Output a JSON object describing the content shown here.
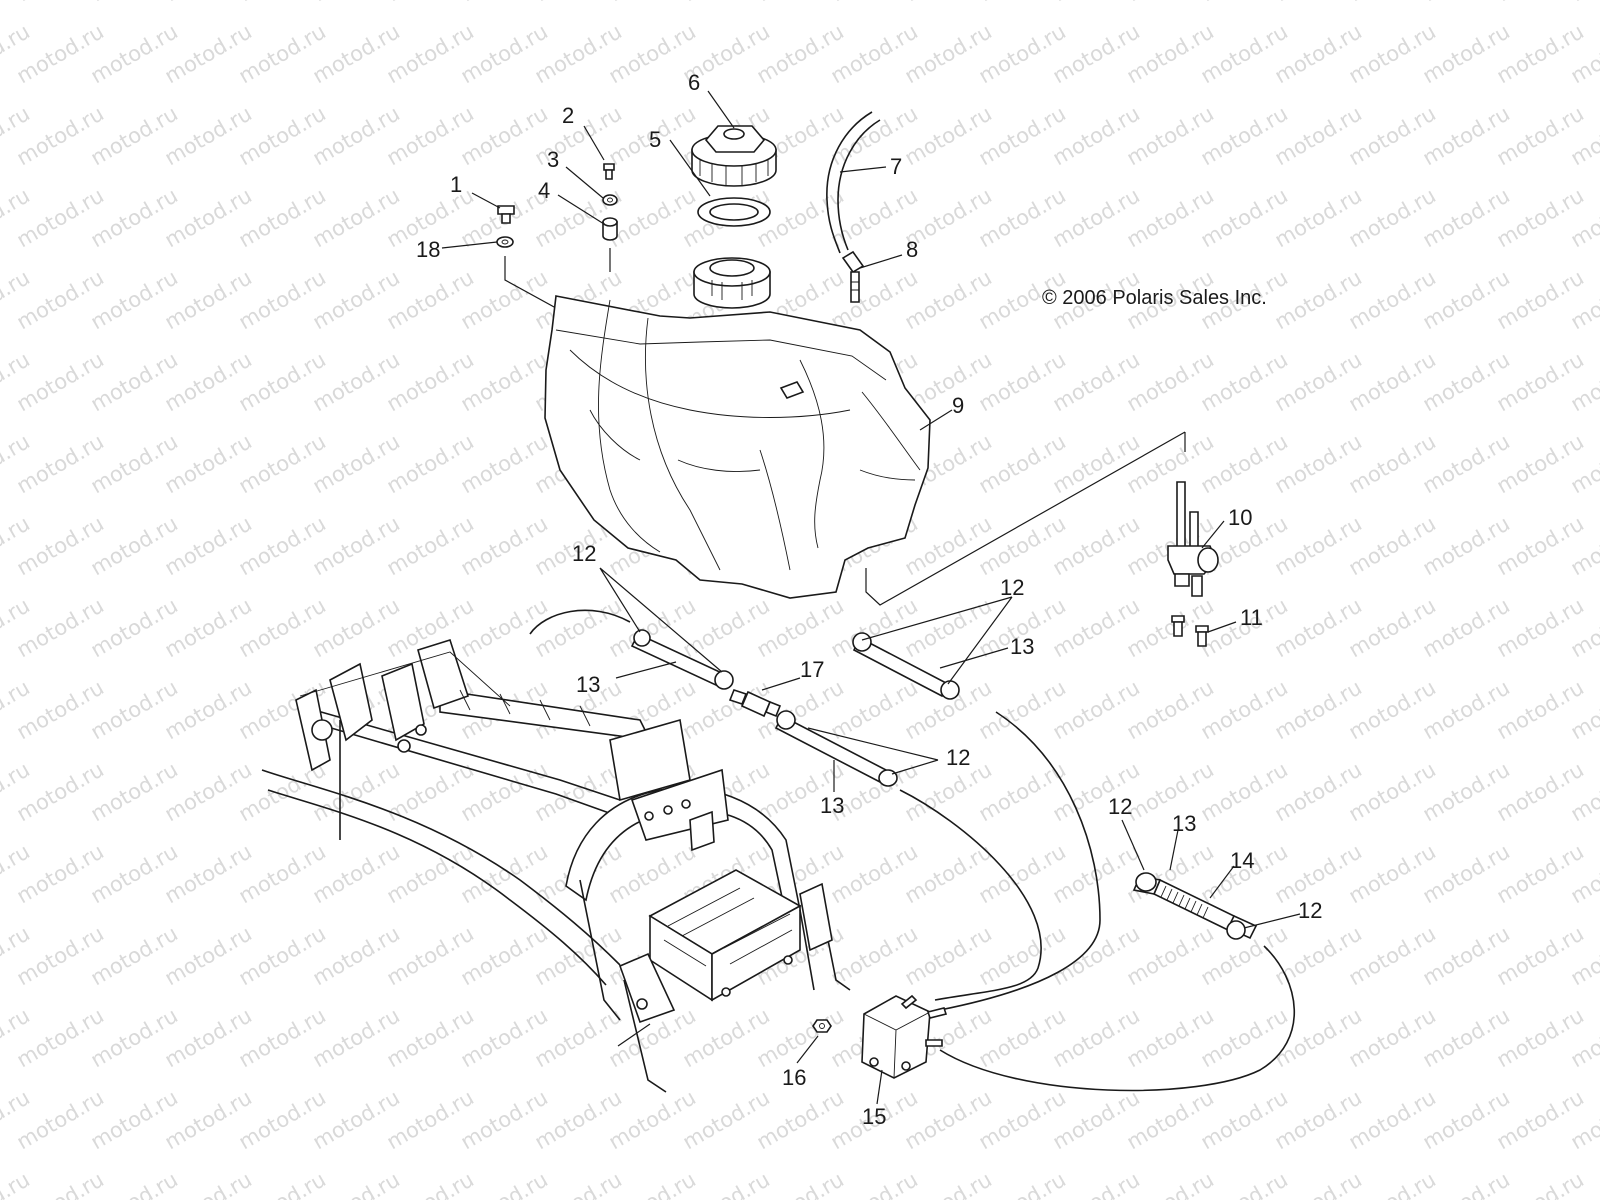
{
  "watermark": "motod.ru",
  "copyright": "© 2006 Polaris Sales Inc.",
  "parts": [
    {
      "id": "1",
      "name": "bolt"
    },
    {
      "id": "2",
      "name": "screw"
    },
    {
      "id": "3",
      "name": "washer"
    },
    {
      "id": "4",
      "name": "spacer"
    },
    {
      "id": "5",
      "name": "cap-gasket"
    },
    {
      "id": "6",
      "name": "fuel-cap"
    },
    {
      "id": "7",
      "name": "vent-hose"
    },
    {
      "id": "8",
      "name": "vent-fitting"
    },
    {
      "id": "9",
      "name": "fuel-tank"
    },
    {
      "id": "10",
      "name": "fuel-valve"
    },
    {
      "id": "11",
      "name": "valve-screw"
    },
    {
      "id": "12",
      "name": "hose-clamp"
    },
    {
      "id": "13",
      "name": "fuel-line"
    },
    {
      "id": "14",
      "name": "spring-guard"
    },
    {
      "id": "15",
      "name": "fuel-pump"
    },
    {
      "id": "16",
      "name": "nut"
    },
    {
      "id": "17",
      "name": "fuel-filter"
    },
    {
      "id": "18",
      "name": "washer-flat"
    }
  ],
  "labels": {
    "l1": "1",
    "l2": "2",
    "l3": "3",
    "l4": "4",
    "l5": "5",
    "l6": "6",
    "l7": "7",
    "l8": "8",
    "l9": "9",
    "l10": "10",
    "l11": "11",
    "l12a": "12",
    "l12b": "12",
    "l12c": "12",
    "l12d": "12",
    "l12e": "12",
    "l13a": "13",
    "l13b": "13",
    "l13c": "13",
    "l13d": "13",
    "l14": "14",
    "l15": "15",
    "l16": "16",
    "l17": "17",
    "l18": "18"
  }
}
